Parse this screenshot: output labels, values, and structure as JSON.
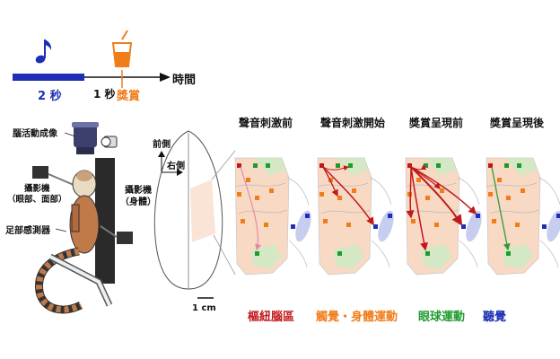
{
  "timeline": {
    "duration_sound": "2 秒",
    "duration_delay": "1 秒",
    "reward_label": "獎賞",
    "time_label": "時間"
  },
  "setup_labels": {
    "imaging": "腦活動成像",
    "camera_face": "攝影機\n（眼部、面部）",
    "camera_face_line1": "攝影機",
    "camera_face_line2": "（眼部、面部）",
    "camera_body_line1": "攝影機",
    "camera_body_line2": "（身體）",
    "foot_sensor": "足部感測器"
  },
  "brain_labels": {
    "anterior": "前側",
    "right": "右側",
    "scale": "1 cm"
  },
  "panels": [
    {
      "title": "聲音刺激前"
    },
    {
      "title": "聲音刺激開始"
    },
    {
      "title": "獎賞呈現前"
    },
    {
      "title": "獎賞呈現後"
    }
  ],
  "legend": [
    {
      "label": "樞紐腦區",
      "color": "#c0181a"
    },
    {
      "label": "觸覺・身體運動",
      "color": "#f07c1a"
    },
    {
      "label": "眼球運動",
      "color": "#1f9a2e"
    },
    {
      "label": "聽覺",
      "color": "#1d2fb5"
    }
  ],
  "colors": {
    "sound_bar": "#1d2fb5",
    "reward": "#f07c1a",
    "hub": "#c0181a",
    "somato": "#f07c1a",
    "eye": "#1f9a2e",
    "aud": "#1d2fb5",
    "cortex_fill": "#f8d9c4",
    "green_fill": "#cfe9c5",
    "blue_fill": "#c7cdee"
  },
  "icons": [
    "music-note-icon",
    "drink-cup-icon"
  ]
}
